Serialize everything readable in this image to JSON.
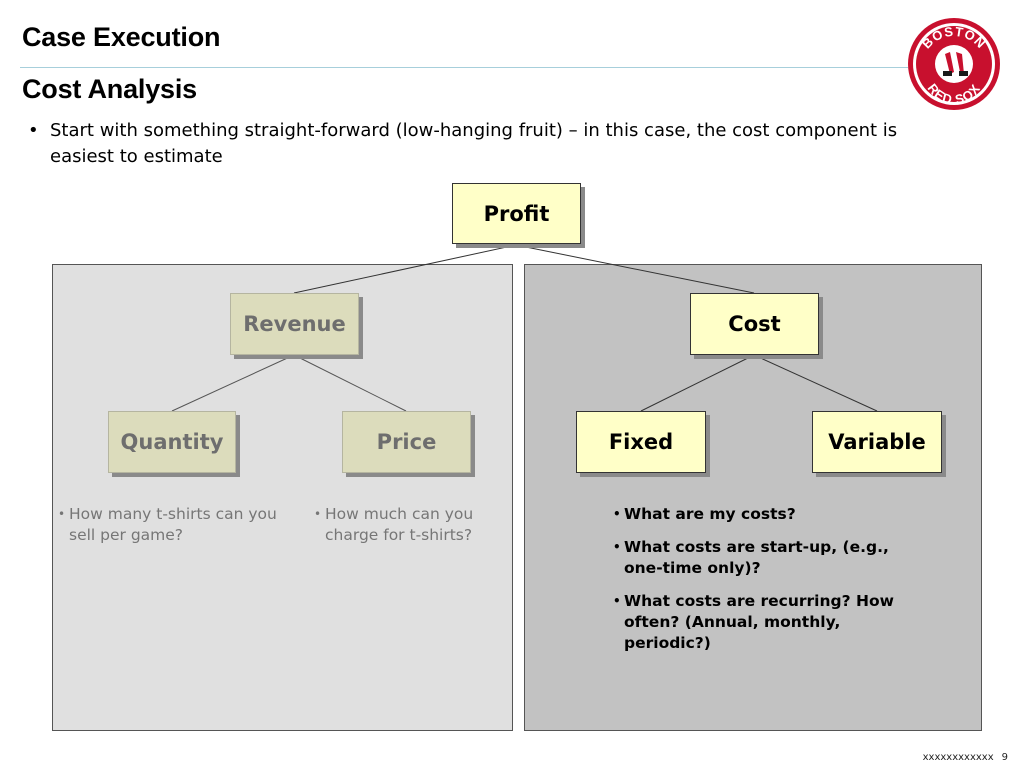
{
  "header": {
    "title": "Case Execution",
    "subtitle": "Cost Analysis",
    "logo_top_text": "BOSTON",
    "logo_bottom_text": "RED SOX"
  },
  "intro_bullet": "Start with something straight-forward (low-hanging fruit) – in this case, the cost component is easiest to estimate",
  "tree": {
    "root": "Profit",
    "revenue": {
      "label": "Revenue",
      "children": [
        "Quantity",
        "Price"
      ],
      "notes": [
        "How many t-shirts can you sell per game?",
        "How much can you charge for t-shirts?"
      ]
    },
    "cost": {
      "label": "Cost",
      "children": [
        "Fixed",
        "Variable"
      ],
      "notes": [
        "What are my costs?",
        "What costs are start-up, (e.g., one-time only)?",
        "What costs are recurring? How often? (Annual, monthly, periodic?)"
      ]
    }
  },
  "footer": {
    "code": "xxxxxxxxxxxx",
    "page_number": "9"
  },
  "colors": {
    "active_node": "#ffffc8",
    "muted_node": "#dcdcbc",
    "left_panel": "#e0e0e0",
    "right_panel": "#c2c2c2",
    "title_rule": "#a7cfdb",
    "logo_red": "#c8102e"
  }
}
